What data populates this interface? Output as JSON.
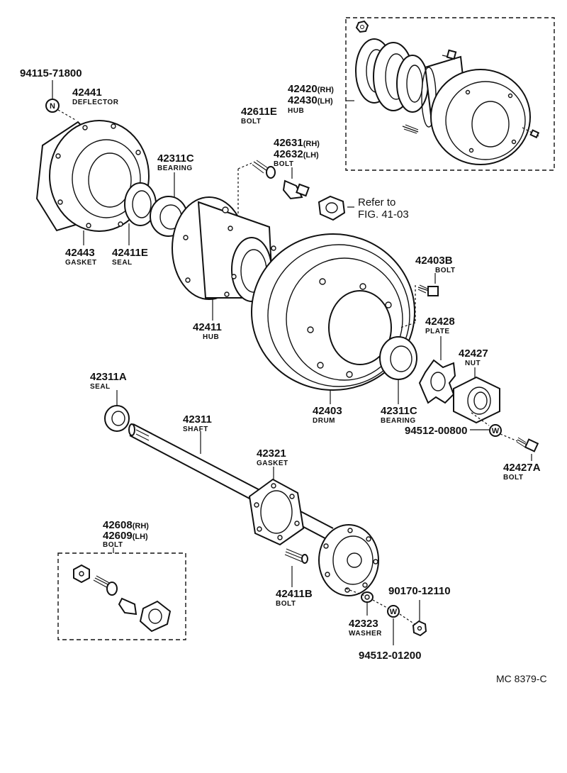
{
  "labels": {
    "p94115": "94115-71800",
    "p42441": "42441",
    "p42441_name": "DEFLECTOR",
    "p42420": "42420",
    "p42420_suffix": "(RH)",
    "p42430": "42430",
    "p42430_suffix": "(LH)",
    "hub_name_top": "HUB",
    "p42611E": "42611E",
    "p42611E_name": "BOLT",
    "p42631": "42631",
    "p42631_suffix": "(RH)",
    "p42632": "42632",
    "p42632_suffix": "(LH)",
    "p42631_name": "BOLT",
    "refer_line1": "Refer to",
    "refer_line2": "FIG. 41-03",
    "p42311C_top": "42311C",
    "p42311C_top_name": "BEARING",
    "p42443": "42443",
    "p42443_name": "GASKET",
    "p42411E": "42411E",
    "p42411E_name": "SEAL",
    "p42403B": "42403B",
    "p42403B_name": "BOLT",
    "p42411": "42411",
    "p42411_name": "HUB",
    "p42428": "42428",
    "p42428_name": "PLATE",
    "p42427": "42427",
    "p42427_name": "NUT",
    "p42311A": "42311A",
    "p42311A_name": "SEAL",
    "p42403": "42403",
    "p42403_name": "DRUM",
    "p42311C_bot": "42311C",
    "p42311C_bot_name": "BEARING",
    "p94512_00800": "94512-00800",
    "p42311": "42311",
    "p42311_name": "SHAFT",
    "p42427A": "42427A",
    "p42427A_name": "BOLT",
    "p42321": "42321",
    "p42321_name": "GASKET",
    "p42608": "42608",
    "p42608_suffix": "(RH)",
    "p42609": "42609",
    "p42609_suffix": "(LH)",
    "p42608_name": "BOLT",
    "p90170": "90170-12110",
    "p42411B": "42411B",
    "p42411B_name": "BOLT",
    "p42323": "42323",
    "p42323_name": "WASHER",
    "p94512_01200": "94512-01200",
    "figure_code": "MC 8379-C"
  },
  "symbols": {
    "n_marker": "N",
    "w_marker_1": "W",
    "w_marker_2": "W"
  }
}
